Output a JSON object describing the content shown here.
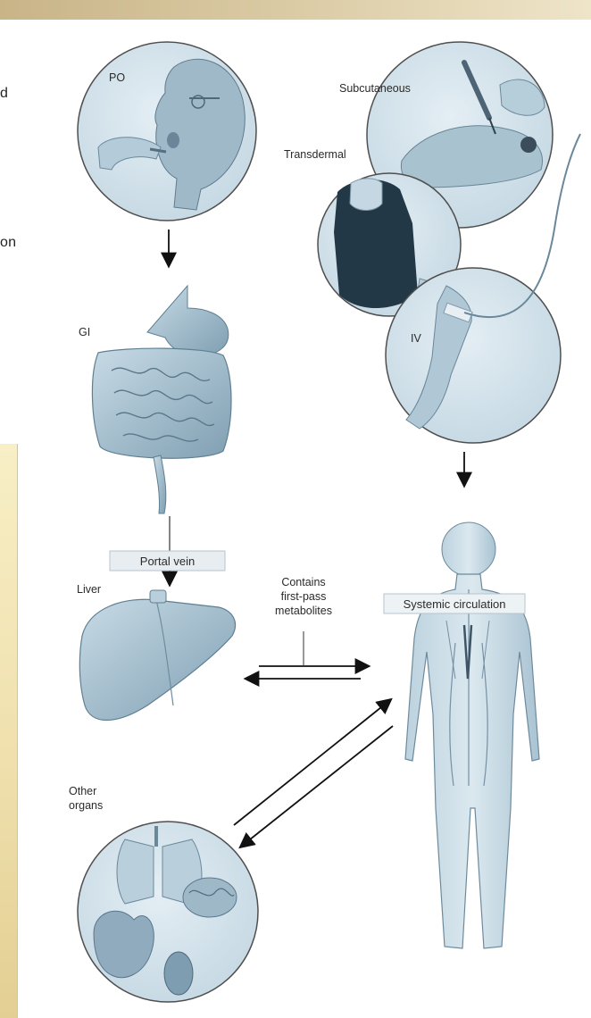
{
  "cut_text": {
    "fragment_1": "d",
    "fragment_2": "on"
  },
  "routes": {
    "po": "PO",
    "subcutaneous": "Subcutaneous",
    "transdermal": "Transdermal",
    "iv": "IV",
    "gi": "GI"
  },
  "boxes": {
    "portal_vein": "Portal vein",
    "systemic_circulation": "Systemic circulation"
  },
  "labels": {
    "liver": "Liver",
    "first_pass": [
      "Contains",
      "first-pass",
      "metabolites"
    ],
    "other_organs": [
      "Other",
      "organs"
    ]
  },
  "colors": {
    "illustration_blue": "#b9cfdc",
    "illustration_dark": "#6f8fa3",
    "panel": "#f3e6b6",
    "band": "#d3c196"
  }
}
